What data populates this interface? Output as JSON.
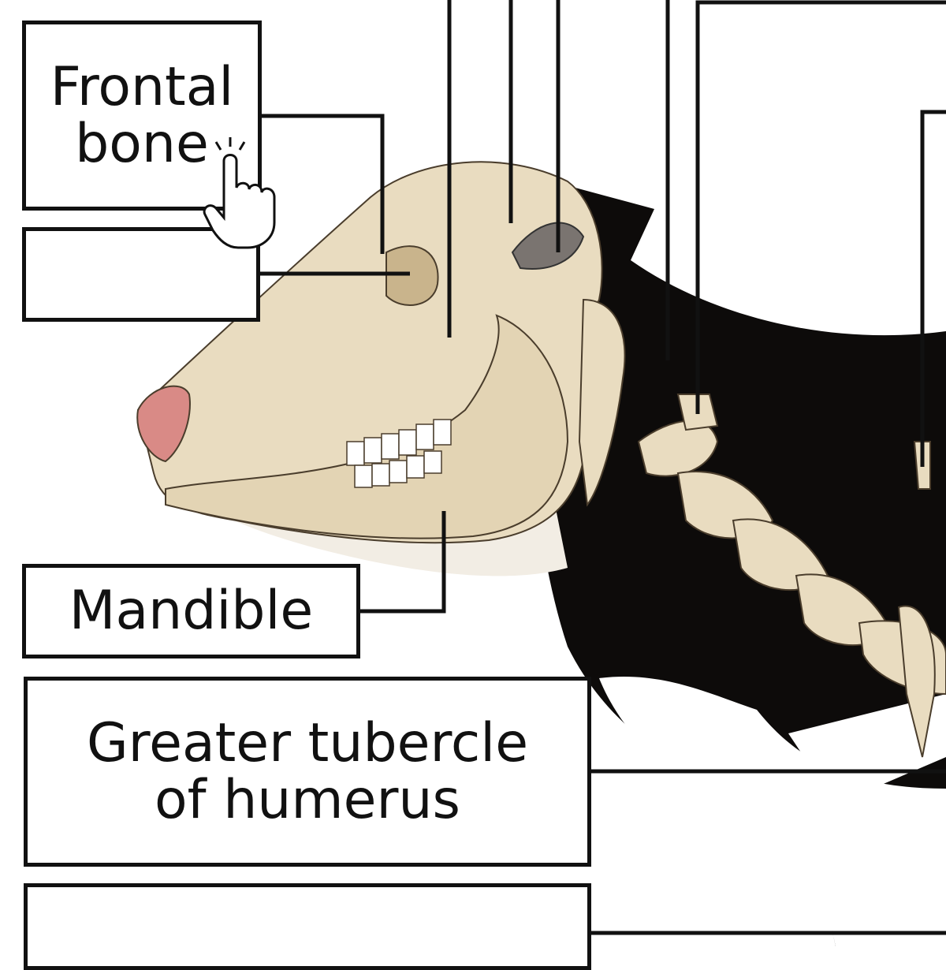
{
  "labels": {
    "frontal_bone": {
      "line1": "Frontal",
      "line2": "bone"
    },
    "blank_1": "",
    "mandible": "Mandible",
    "greater_tubercle": {
      "line1": "Greater tubercle",
      "line2": "of humerus"
    },
    "blank_2": ""
  },
  "colors": {
    "bone": "#e9dcc0",
    "bone_shadow": "#c9b48c",
    "coat_black": "#0d0b0a",
    "nose": "#d98a86",
    "outline": "#111111"
  },
  "icons": {
    "cursor": "hand-pointer-icon"
  }
}
